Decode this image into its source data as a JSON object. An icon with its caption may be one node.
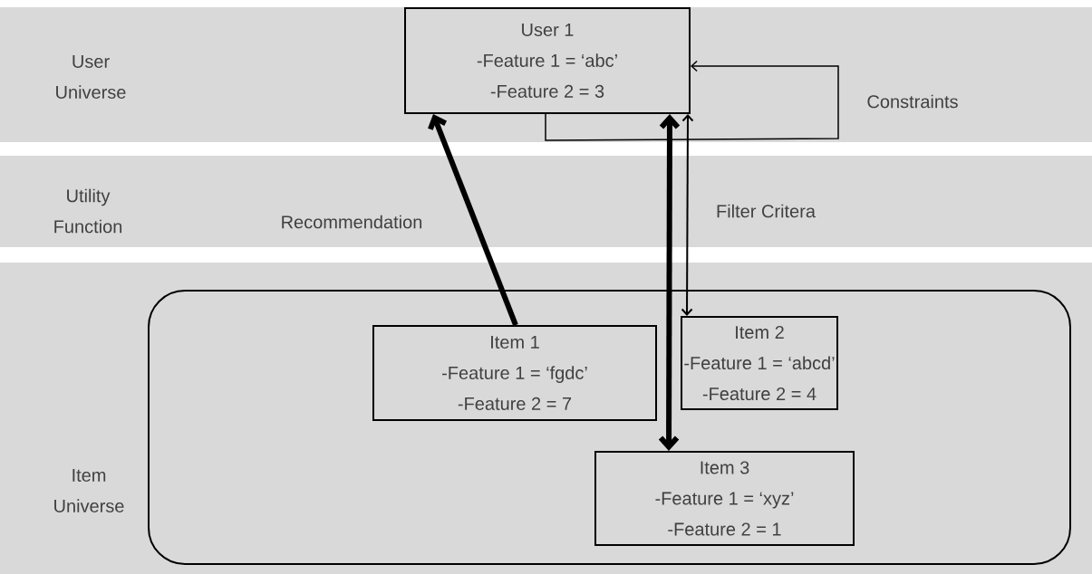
{
  "diagram": {
    "nodes": [
      {
        "text": [
          "User Universe"
        ]
      },
      {
        "text": [
          "User 1",
          "-Feature 1 = ‘abc’",
          "-Feature 2 = 3"
        ]
      },
      {
        "text": [
          "Utility Function"
        ]
      },
      {
        "text": [
          "Item Universe"
        ]
      },
      {
        "text": [],
        "shape": "box"
      },
      {
        "text": [
          "Item 1",
          "-Feature 1 = ‘fgdc’",
          "-Feature 2 = 7"
        ],
        "in": 4
      },
      {
        "text": [
          "Item 2",
          "-Feature 1 = ‘abcd’",
          "-Feature 2 = 4"
        ],
        "in": 4
      },
      {
        "text": [
          "Item 3",
          "-Feature 1 = ‘xyz’",
          "-Feature 2 = 1"
        ],
        "in": 4
      }
    ],
    "edges": [
      {
        "from": 5,
        "to": 1,
        "arrow": "to",
        "style": "thick",
        "label": "Recommendation"
      },
      {
        "from": 1,
        "to": 7,
        "arrow": "both",
        "style": "thick"
      },
      {
        "from": 1,
        "to": 6,
        "arrow": "both",
        "label": "Filter Critera"
      },
      {
        "from": 1,
        "to": 1,
        "arrow": "to",
        "label": "Constraints"
      }
    ]
  }
}
